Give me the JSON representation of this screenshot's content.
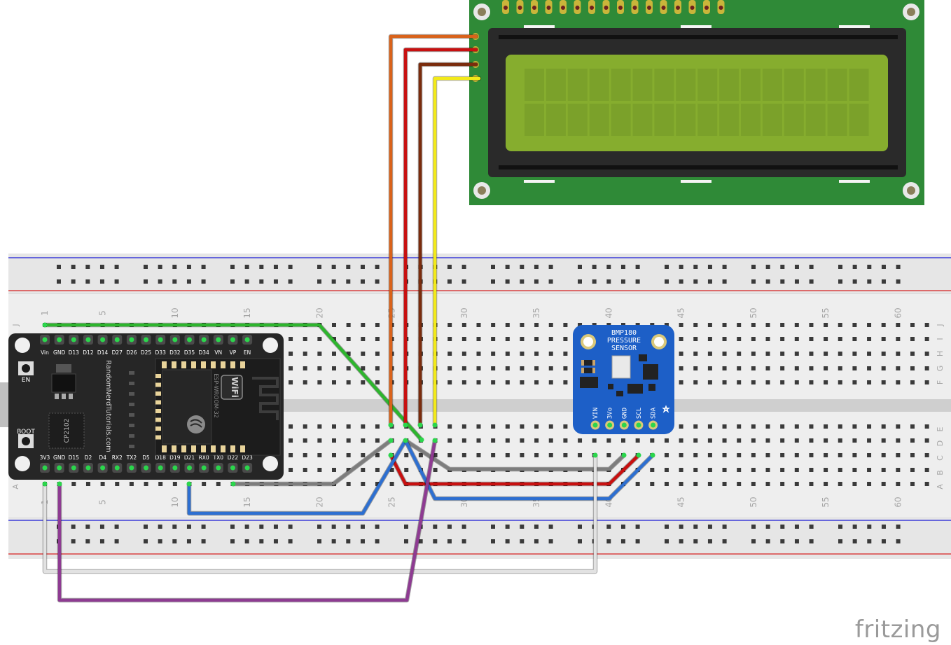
{
  "breadboard": {
    "column_numbers": [
      "1",
      "5",
      "10",
      "15",
      "20",
      "25",
      "30",
      "35",
      "40",
      "45",
      "50",
      "55",
      "60"
    ],
    "row_letters_top": [
      "J",
      "I",
      "H",
      "G",
      "F"
    ],
    "row_letters_bottom": [
      "E",
      "D",
      "C",
      "B",
      "A"
    ]
  },
  "esp32": {
    "top_pins": [
      "Vin",
      "GND",
      "D13",
      "D12",
      "D14",
      "D27",
      "D26",
      "D25",
      "D33",
      "D32",
      "D35",
      "D34",
      "VN",
      "VP",
      "EN"
    ],
    "bottom_pins": [
      "3V3",
      "GND",
      "D15",
      "D2",
      "D4",
      "RX2",
      "TX2",
      "D5",
      "D18",
      "D19",
      "D21",
      "RX0",
      "TX0",
      "D22",
      "D23"
    ],
    "en_label": "EN",
    "boot_label": "BOOT",
    "chip_label": "CP2102",
    "module_label": "ESP-WROOM-32",
    "site_label": "RandomNerdTutorials.com",
    "wifi_label": "WiFi"
  },
  "sensor": {
    "title_line1": "BMP180",
    "title_line2": "PRESSURE",
    "title_line3": "SENSOR",
    "pins": [
      "VIN",
      "3Vo",
      "GND",
      "SCL",
      "SDA"
    ]
  },
  "lcd": {
    "columns": 16,
    "rows": 2
  },
  "colors": {
    "wire_green": "#2db52d",
    "wire_orange": "#d9621a",
    "wire_red": "#c81010",
    "wire_brown": "#7a2c0d",
    "wire_yellow": "#f3ea19",
    "wire_gray": "#7d7d7d",
    "wire_blue": "#2d6fd1",
    "wire_white": "#e2e2e2",
    "wire_purple": "#8e3b92",
    "lcd_pcb": "#2f8a37",
    "lcd_screen": "#86ad2e",
    "sensor_board": "#1d5fc7",
    "esp_board": "#262626"
  },
  "watermark": "fritzing"
}
